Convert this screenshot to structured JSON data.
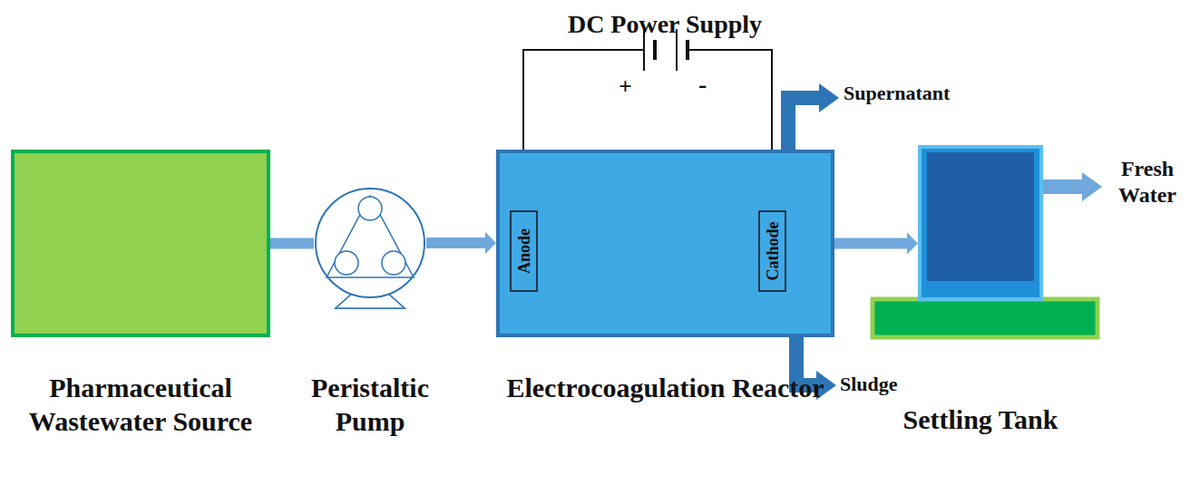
{
  "diagram": {
    "nodes": [
      {
        "text": [
          "Pharmaceutical Wastewater Source"
        ]
      },
      {
        "text": [
          "Peristaltic Pump"
        ]
      },
      {
        "text": [
          "Electrocoagulation Reactor"
        ]
      },
      {
        "text": [
          "Anode"
        ],
        "in": 2
      },
      {
        "text": [
          "Cathode"
        ],
        "in": 2
      },
      {
        "text": [
          "Settling Tank"
        ]
      }
    ],
    "edges": [
      {
        "from": 0,
        "to": 1,
        "arrow": "none"
      },
      {
        "from": 1,
        "to": 2,
        "arrow": "to"
      },
      {
        "from": 2,
        "to": 5,
        "arrow": "to"
      }
    ],
    "labels": [
      "DC Power Supply",
      "+",
      "-",
      "Supernatant",
      "Sludge",
      "Fresh Water"
    ]
  }
}
